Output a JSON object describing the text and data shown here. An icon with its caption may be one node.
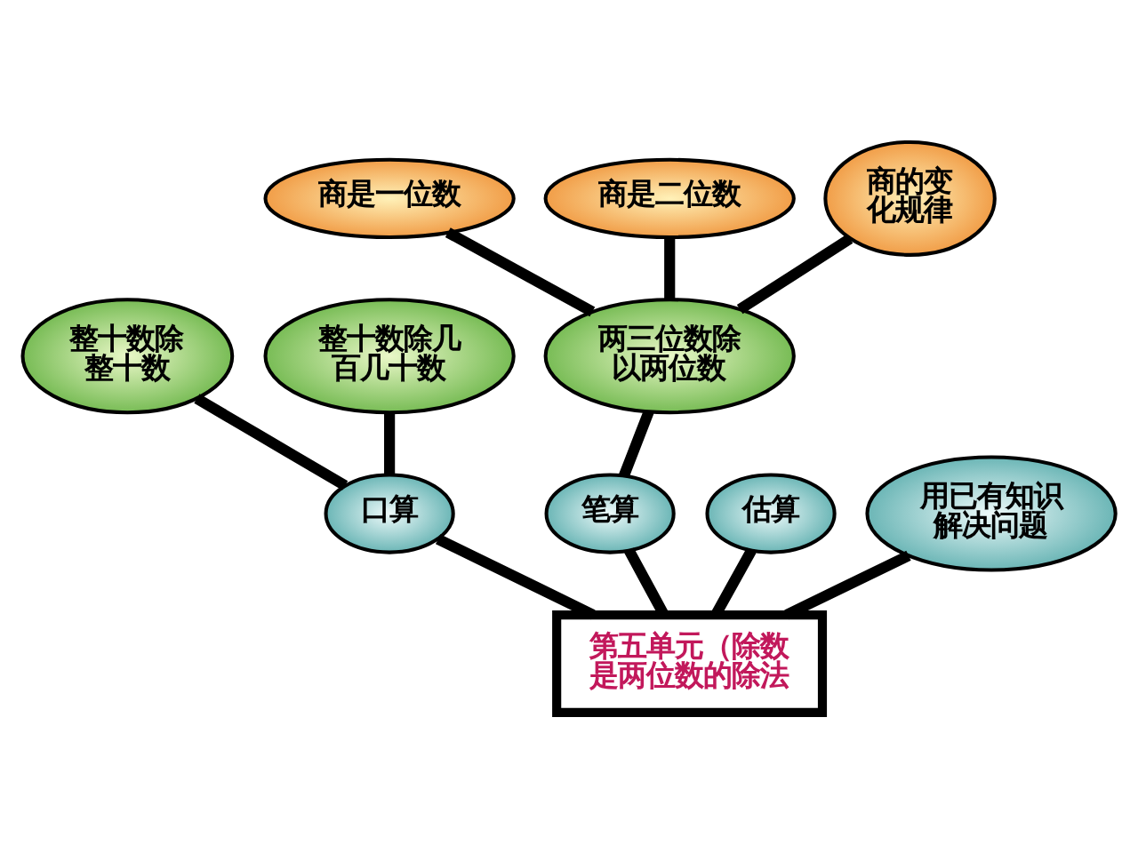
{
  "diagram": {
    "nodes": [
      {
        "text": [
          "第五单元（除数是两位数的除法"
        ]
      },
      {
        "text": [
          "口算"
        ]
      },
      {
        "text": [
          "整十数除整十数"
        ]
      },
      {
        "text": [
          "整十数除几百几十数"
        ]
      },
      {
        "text": [
          "笔算"
        ]
      },
      {
        "text": [
          "两三位数除以两位数"
        ]
      },
      {
        "text": [
          "商是一位数"
        ]
      },
      {
        "text": [
          "商是二位数"
        ]
      },
      {
        "text": [
          "商的变化规律"
        ]
      },
      {
        "text": [
          "估算"
        ]
      },
      {
        "text": [
          "用已有知识解决问题"
        ]
      }
    ],
    "edges": [
      {
        "from": 0,
        "to": 1,
        "arrow": "none"
      },
      {
        "from": 0,
        "to": 4,
        "arrow": "none"
      },
      {
        "from": 0,
        "to": 9,
        "arrow": "none"
      },
      {
        "from": 0,
        "to": 10,
        "arrow": "none"
      },
      {
        "from": 1,
        "to": 2,
        "arrow": "none"
      },
      {
        "from": 1,
        "to": 3,
        "arrow": "none"
      },
      {
        "from": 4,
        "to": 5,
        "arrow": "none"
      },
      {
        "from": 5,
        "to": 6,
        "arrow": "none"
      },
      {
        "from": 5,
        "to": 7,
        "arrow": "none"
      },
      {
        "from": 5,
        "to": 8,
        "arrow": "none"
      }
    ]
  }
}
